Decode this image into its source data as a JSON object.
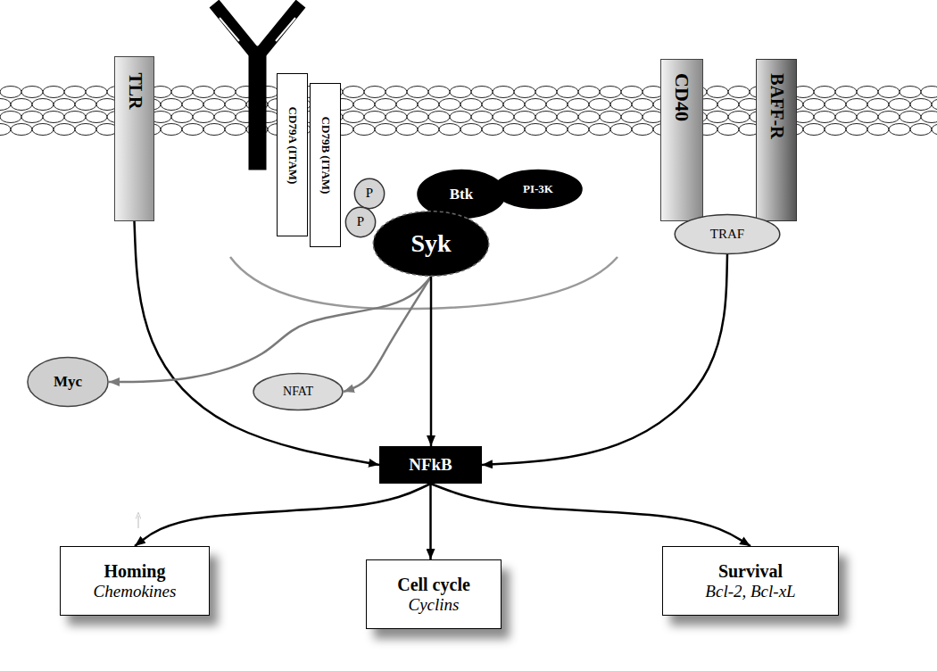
{
  "diagram": {
    "nodes": [
      {
        "text": [
          "TLR"
        ]
      },
      {
        "text": [
          "CD79A (ITAM)"
        ]
      },
      {
        "text": [
          "CD79B (ITAM)"
        ]
      },
      {
        "text": [
          "P"
        ]
      },
      {
        "text": [
          "P"
        ]
      },
      {
        "text": [
          "Btk"
        ]
      },
      {
        "text": [
          "PI-3K"
        ]
      },
      {
        "text": [
          "Syk"
        ]
      },
      {
        "text": [
          "CD40"
        ]
      },
      {
        "text": [
          "BAFF-R"
        ]
      },
      {
        "text": [
          "TRAF"
        ]
      },
      {
        "text": [
          "Myc"
        ]
      },
      {
        "text": [
          "NFAT"
        ]
      },
      {
        "text": [
          "NFkB"
        ]
      },
      {
        "text": [
          "Homing",
          "Chemokines"
        ]
      },
      {
        "text": [
          "Cell cycle",
          "Cyclins"
        ]
      },
      {
        "text": [
          "Survival",
          "Bcl-2, Bcl-xL"
        ]
      }
    ],
    "edges": [
      {
        "from": 0,
        "to": 13,
        "arrow": "to"
      },
      {
        "from": 7,
        "to": 11,
        "arrow": "to"
      },
      {
        "from": 7,
        "to": 12,
        "arrow": "to"
      },
      {
        "from": 7,
        "to": 13,
        "arrow": "to"
      },
      {
        "from": 10,
        "to": 13,
        "arrow": "to"
      },
      {
        "from": 13,
        "to": 14,
        "arrow": "to"
      },
      {
        "from": 13,
        "to": 15,
        "arrow": "to"
      },
      {
        "from": 13,
        "to": 16,
        "arrow": "to"
      }
    ]
  }
}
